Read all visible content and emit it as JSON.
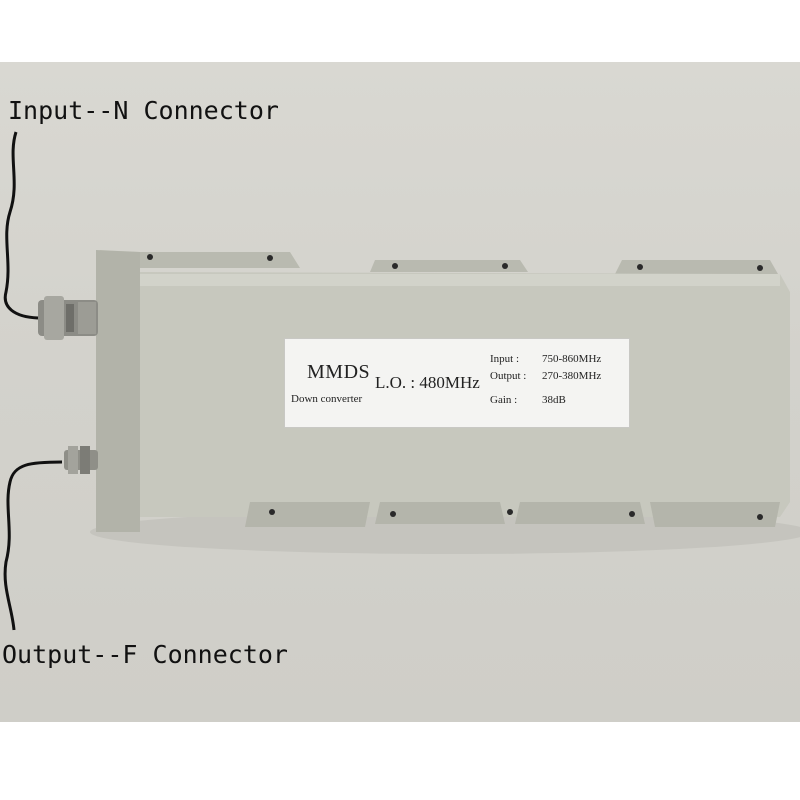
{
  "annotations": {
    "input_connector": "Input--N Connector",
    "output_connector": "Output--F Connector"
  },
  "device_label": {
    "brand": "MMDS",
    "subtitle": "Down converter",
    "lo": "L.O. : 480MHz",
    "specs": [
      {
        "key": "Input :",
        "value": "750-860MHz"
      },
      {
        "key": "Output :",
        "value": "270-380MHz"
      },
      {
        "key": "Gain :",
        "value": "38dB"
      }
    ]
  },
  "colors": {
    "background_wall": "#d3d2cc",
    "device_body": "#c6c7bd",
    "label": "#f4f4f2",
    "callout_line": "#111111"
  }
}
